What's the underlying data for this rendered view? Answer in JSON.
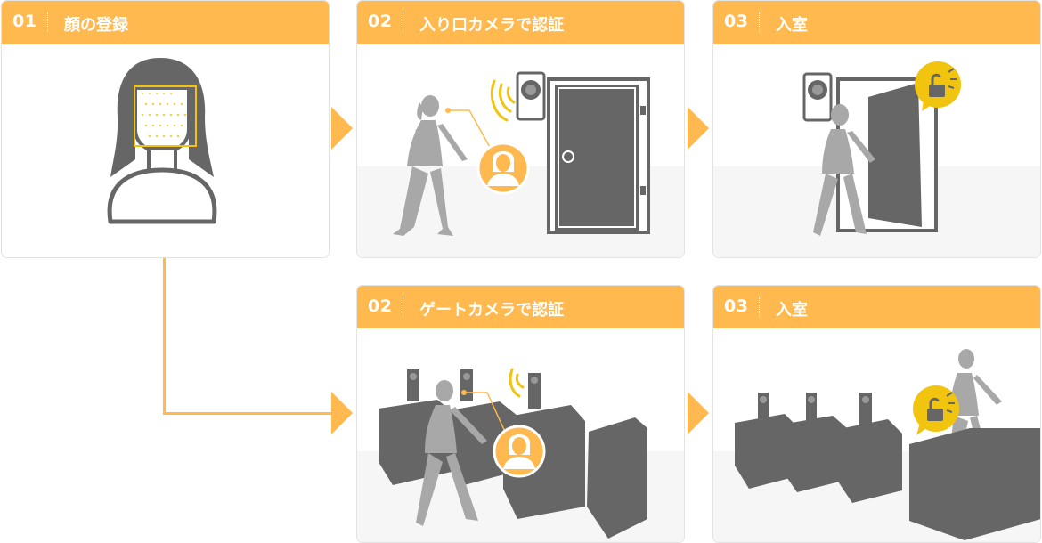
{
  "steps": [
    {
      "num": "01",
      "title": "顔の登録"
    },
    {
      "num": "02",
      "title": "入り口カメラで認証"
    },
    {
      "num": "03",
      "title": "入室"
    },
    {
      "num": "02",
      "title": "ゲートカメラで認証"
    },
    {
      "num": "03",
      "title": "入室"
    }
  ],
  "colors": {
    "accent": "#ffb94f",
    "gray": "#5f5f5f",
    "figure": "#a8a8a8",
    "frame": "#f1c40f"
  }
}
